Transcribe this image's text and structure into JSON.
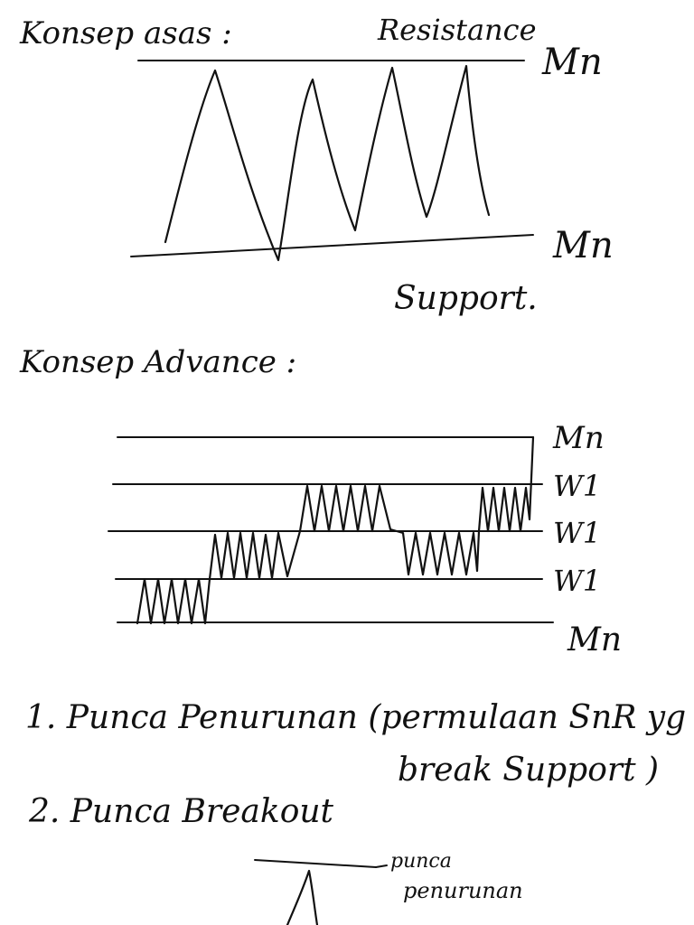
{
  "section1": {
    "heading": "Konsep asas :",
    "top_label": "Resistance",
    "top_level": "Mn",
    "bottom_level": "Mn",
    "bottom_label": "Support."
  },
  "section2": {
    "heading": "Konsep Advance :",
    "levels": [
      "Mn",
      "W1",
      "W1",
      "W1",
      "Mn"
    ]
  },
  "notes": {
    "item1_line1": "1. Punca Penurunan (permulaan SnR yg",
    "item1_line2": "break Support )",
    "item2": "2. Punca Breakout"
  },
  "section3": {
    "label_line1": "punca",
    "label_line2": "penurunan"
  },
  "colors": {
    "ink": "#111111",
    "paper": "#ffffff"
  }
}
